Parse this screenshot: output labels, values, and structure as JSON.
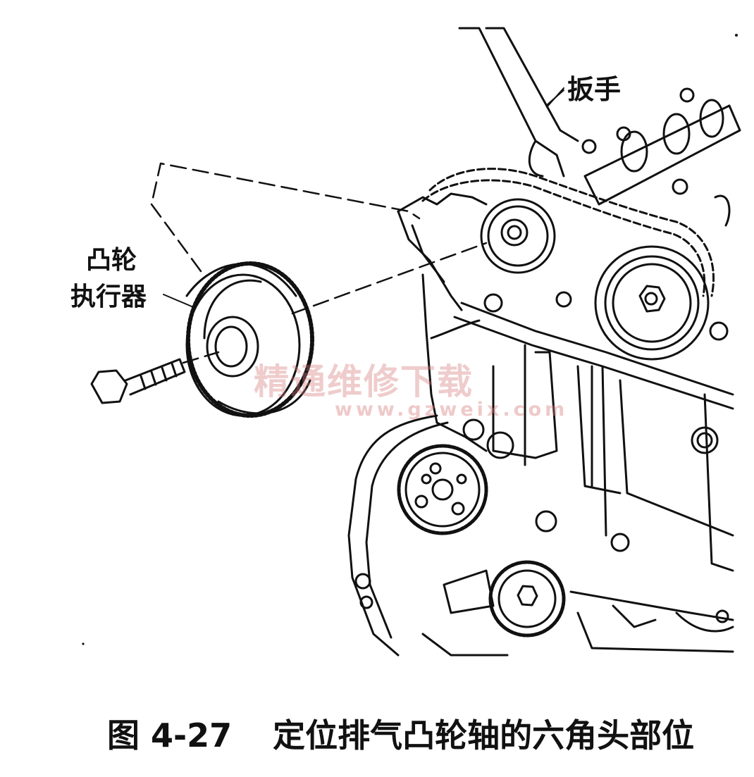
{
  "labels": {
    "wrench": "扳手",
    "actuator_line1": "凸轮",
    "actuator_line2": "执行器"
  },
  "watermark": {
    "chinese": "精通维修下载",
    "url": "www.gzweix.com"
  },
  "caption": {
    "figure_number": "图 4-27",
    "text": "定位排气凸轮轴的六角头部位"
  },
  "colors": {
    "line": "#111111",
    "watermark": "#d67878"
  }
}
